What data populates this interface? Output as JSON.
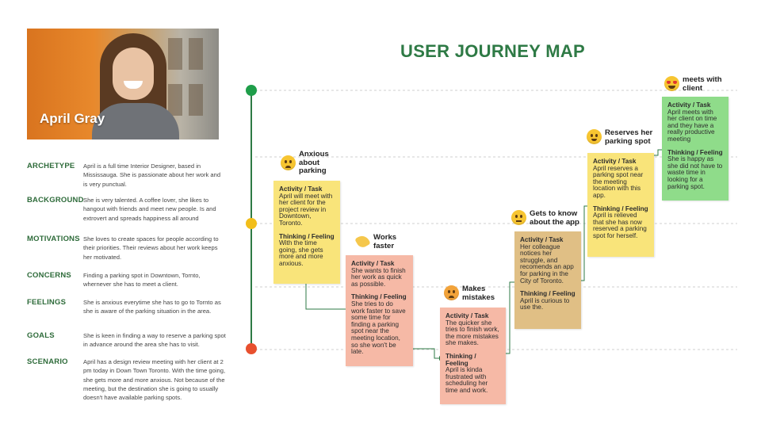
{
  "persona": {
    "name": "April Gray",
    "fields": [
      {
        "label": "ARCHETYPE",
        "text": "April is a full time Interior Designer, based in Mississauga. She is passionate about her work and is very punctual."
      },
      {
        "label": "BACKGROUND",
        "text": "She is very talented. A coffee lover, she likes to hangout with friends and meet new people. Is and extrovert and spreads happiness all around"
      },
      {
        "label": "MOTIVATIONS",
        "text": "She loves to create spaces for people according to their priorities. Their reviews about her work keeps her motivated."
      },
      {
        "label": "CONCERNS",
        "text": "Finding a parking spot in Downtown, Tornto, whernever she has to meet a client."
      },
      {
        "label": "FEELINGS",
        "text": "She is anxious everytime she has to go to Tornto as she is aware of the parking situation in the area."
      },
      {
        "label": "GOALS",
        "text": "She is keen in finding a way to reserve a parking spot in advance around the area she has to visit."
      },
      {
        "label": "SCENARIO",
        "text": "April has a design review meeting with her client at 2 pm today in Down Town Toronto. With the time going, she gets more and more anxious. Not because of the meeting, but the destination she is going to usually doesn't have available parking spots."
      }
    ]
  },
  "title": "USER JOURNEY MAP",
  "colors": {
    "title": "#2e7a45",
    "label": "#2e6b3a",
    "good": "#1f9e4a",
    "neutral": "#f2be1a",
    "bad": "#e8502e",
    "note_yellow": "#f9e47a",
    "note_pink": "#f6b9a6",
    "note_tan": "#e0bf85",
    "note_green": "#8fdc8a"
  },
  "stages": [
    {
      "label": "Anxious about parking",
      "emoji": "anxious-face-icon",
      "activity_head": "Activity / Task",
      "activity": "April will meet with her client for the project review in Downtown, Toronto.",
      "thinking_head": "Thinking / Feeling",
      "thinking": "With the time going, she gets more and more anxious."
    },
    {
      "label": "Works faster",
      "emoji": "writing-hand-icon",
      "activity_head": "Activity / Task",
      "activity": "She wants to finish her work as quick as possible.",
      "thinking_head": "Thinking / Feeling",
      "thinking": "She tries to do work faster to save some time for finding a parking spot near the meeting location, so she won't be late."
    },
    {
      "label": "Makes mistakes",
      "emoji": "frustrated-face-icon",
      "activity_head": "Activity / Task",
      "activity": "The quicker she tries to finish work, the more mistakes she makes.",
      "thinking_head": "Thinking / Feeling",
      "thinking": "April is kinda frustrated with scheduling her time and work."
    },
    {
      "label": "Gets to know about the app",
      "emoji": "thinking-face-icon",
      "activity_head": "Activity / Task",
      "activity": "Her colleague notices her struggle, and recomends an app for parking in the City of Toronto.",
      "thinking_head": "Thinking / Feeling",
      "thinking": "April is curious to use the."
    },
    {
      "label": "Reserves her parking spot",
      "emoji": "smiling-face-icon",
      "activity_head": "Activity / Task",
      "activity": "April reserves a parking spot near the meeting location with this app.",
      "thinking_head": "Thinking / Feeling",
      "thinking": "April is relieved that she has now reserved a parking spot for herself."
    },
    {
      "label": "meets with client",
      "emoji": "star-struck-face-icon",
      "activity_head": "Activity / Task",
      "activity": "April meets with her client on time and they have a really productive meeting",
      "thinking_head": "Thinking / Feeling",
      "thinking": "She is happy as she did not have to waste time in looking for a parking spot."
    }
  ]
}
